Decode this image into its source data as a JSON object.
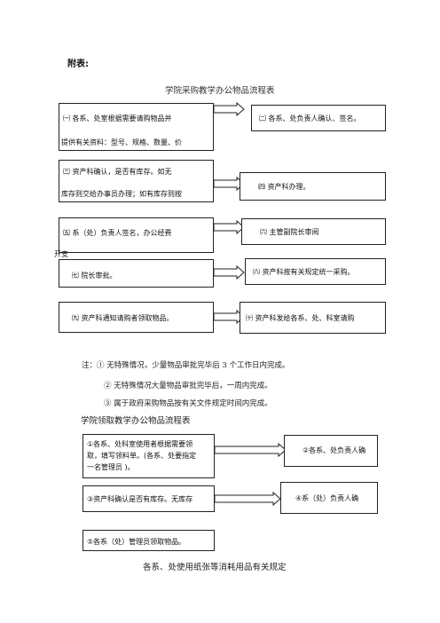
{
  "heading": "附表:",
  "flow1": {
    "title": "学院采购教学办公物品流程表",
    "steps": [
      {
        "line1": "㈠ 各系、处室根据需要请购物品并",
        "line2": "提供有关资料：型号、规格、数量、价"
      },
      {
        "line1": "㈡ 各系、处负责人确认、签名。"
      },
      {
        "line1": "㈢ 资产科确认，是否有库存。如无",
        "line2": "库存则交给办事员办理；如有库存则按"
      },
      {
        "line1": "㈣ 资产科办理。"
      },
      {
        "line1": "㈤ 系（处）负责人签名，办公经费",
        "line2": "开支"
      },
      {
        "line1": "㈥ 主管副院长审阅"
      },
      {
        "line1": "㈦ 院长审批。"
      },
      {
        "line1": "㈧ 资产科按有关规定统一采购。"
      },
      {
        "line1": "㈨ 资产科通知请购者领取物品。"
      },
      {
        "line1": "㈩ 资产科发给各系、处、科室请购"
      }
    ],
    "notes": [
      "注：① 无特殊情况，少量物品审批完毕后 3 个工作日内完成。",
      "② 无特殊情况大量物品审批完毕后，一周内完成。",
      "③ 属于政府采购物品按有关文件规定时间内完成。"
    ]
  },
  "flow2": {
    "title": "学院领取教学办公物品流程表",
    "steps": [
      {
        "line1": "①各系、处科室使用者根据需要领",
        "line2": "取，填写领料单。(各系、处要指定",
        "line3": "一名管理员 )。"
      },
      {
        "line1": "②各系、处负责人确"
      },
      {
        "line1": "③资产科确认是否有库存。无库存"
      },
      {
        "line1": "④系（处）负责人确"
      },
      {
        "line1": "⑤各系（处）管理员领取物品。"
      }
    ]
  },
  "footer": "各系、处使用纸张等消耗用品有关规定"
}
